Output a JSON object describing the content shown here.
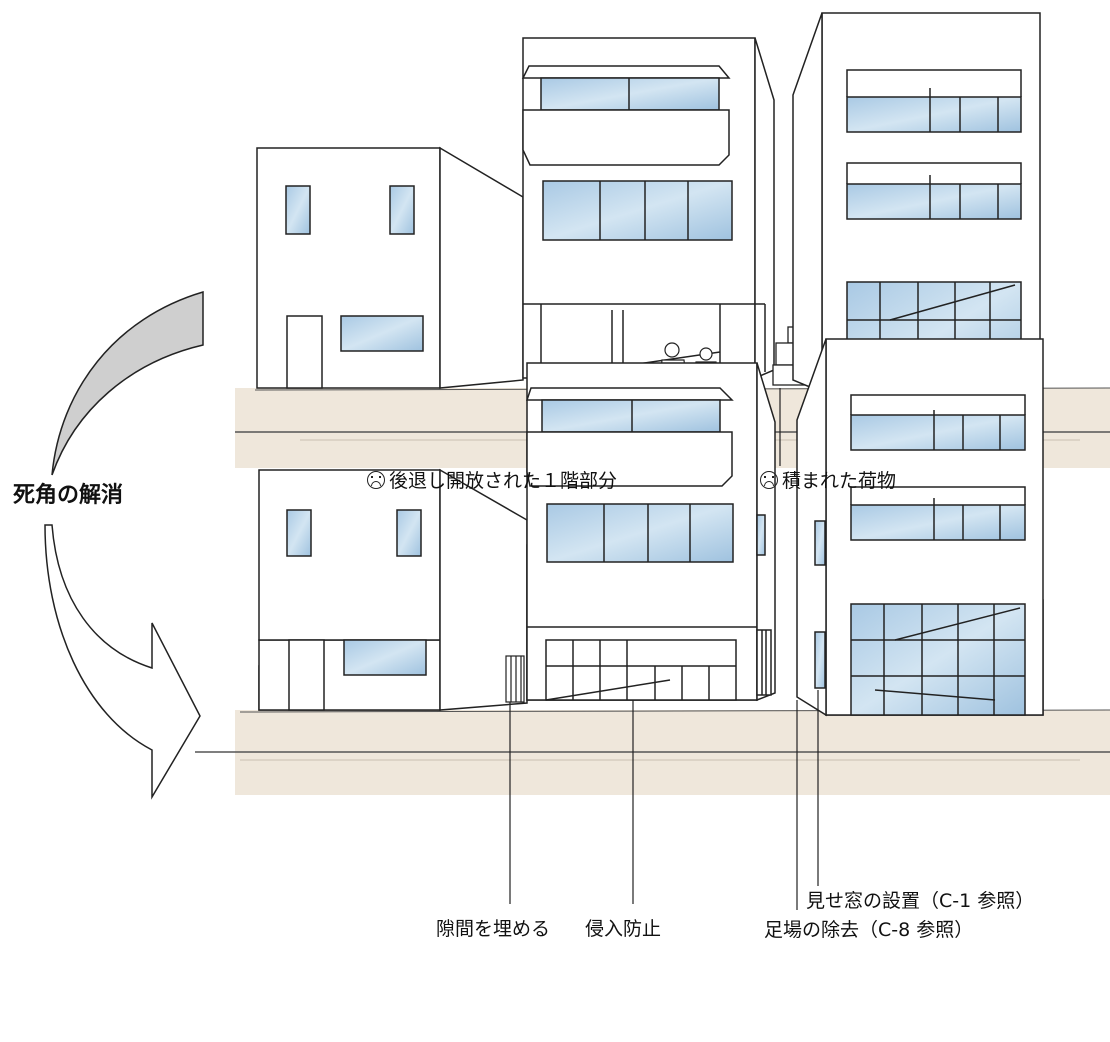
{
  "side_label": "死角の解消",
  "colors": {
    "glass": "#bcd6ea",
    "glass_shade": "#8fb5d6",
    "ink": "#222222",
    "ground": "#efe7db",
    "arrow_fill": "#cfcfcf"
  },
  "top_scene": {
    "labels": [
      {
        "id": "setback",
        "text": "後退し開放された１階部分",
        "icon": "frown-face-icon"
      },
      {
        "id": "cargo",
        "text": "積まれた荷物",
        "icon": "frown-face-icon"
      }
    ]
  },
  "bottom_scene": {
    "labels": [
      {
        "id": "gap",
        "text": "隙間を埋める"
      },
      {
        "id": "intrusion",
        "text": "侵入防止"
      },
      {
        "id": "window",
        "text": "見せ窓の設置（C-1 参照）"
      },
      {
        "id": "scaffold",
        "text": "足場の除去（C-8 参照）"
      }
    ]
  }
}
